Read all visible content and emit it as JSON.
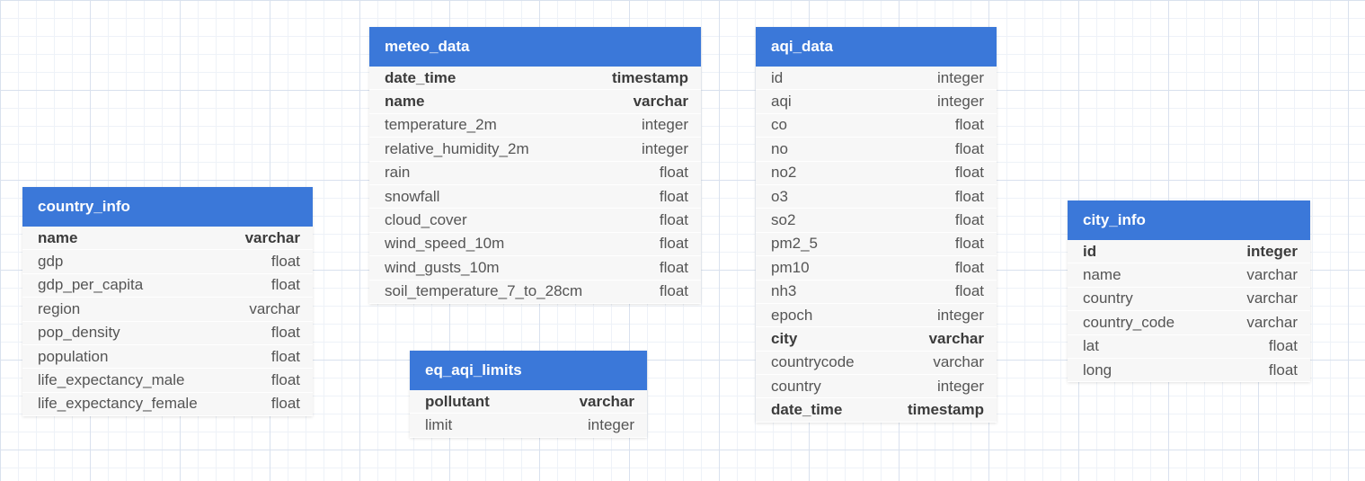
{
  "tables": {
    "meteo_data": {
      "name": "meteo_data",
      "columns": [
        {
          "name": "date_time",
          "type": "timestamp",
          "key": true
        },
        {
          "name": "name",
          "type": "varchar",
          "key": true
        },
        {
          "name": "temperature_2m",
          "type": "integer",
          "key": false
        },
        {
          "name": "relative_humidity_2m",
          "type": "integer",
          "key": false
        },
        {
          "name": "rain",
          "type": "float",
          "key": false
        },
        {
          "name": "snowfall",
          "type": "float",
          "key": false
        },
        {
          "name": "cloud_cover",
          "type": "float",
          "key": false
        },
        {
          "name": "wind_speed_10m",
          "type": "float",
          "key": false
        },
        {
          "name": "wind_gusts_10m",
          "type": "float",
          "key": false
        },
        {
          "name": "soil_temperature_7_to_28cm",
          "type": "float",
          "key": false
        }
      ]
    },
    "aqi_data": {
      "name": "aqi_data",
      "columns": [
        {
          "name": "id",
          "type": "integer",
          "key": false
        },
        {
          "name": "aqi",
          "type": "integer",
          "key": false
        },
        {
          "name": "co",
          "type": "float",
          "key": false
        },
        {
          "name": "no",
          "type": "float",
          "key": false
        },
        {
          "name": "no2",
          "type": "float",
          "key": false
        },
        {
          "name": "o3",
          "type": "float",
          "key": false
        },
        {
          "name": "so2",
          "type": "float",
          "key": false
        },
        {
          "name": "pm2_5",
          "type": "float",
          "key": false
        },
        {
          "name": "pm10",
          "type": "float",
          "key": false
        },
        {
          "name": "nh3",
          "type": "float",
          "key": false
        },
        {
          "name": "epoch",
          "type": "integer",
          "key": false
        },
        {
          "name": "city",
          "type": "varchar",
          "key": true
        },
        {
          "name": "countrycode",
          "type": "varchar",
          "key": false
        },
        {
          "name": "country",
          "type": "integer",
          "key": false
        },
        {
          "name": "date_time",
          "type": "timestamp",
          "key": true
        }
      ]
    },
    "country_info": {
      "name": "country_info",
      "columns": [
        {
          "name": "name",
          "type": "varchar",
          "key": true
        },
        {
          "name": "gdp",
          "type": "float",
          "key": false
        },
        {
          "name": "gdp_per_capita",
          "type": "float",
          "key": false
        },
        {
          "name": "region",
          "type": "varchar",
          "key": false
        },
        {
          "name": "pop_density",
          "type": "float",
          "key": false
        },
        {
          "name": "population",
          "type": "float",
          "key": false
        },
        {
          "name": "life_expectancy_male",
          "type": "float",
          "key": false
        },
        {
          "name": "life_expectancy_female",
          "type": "float",
          "key": false
        }
      ]
    },
    "city_info": {
      "name": "city_info",
      "columns": [
        {
          "name": "id",
          "type": "integer",
          "key": true
        },
        {
          "name": "name",
          "type": "varchar",
          "key": false
        },
        {
          "name": "country",
          "type": "varchar",
          "key": false
        },
        {
          "name": "country_code",
          "type": "varchar",
          "key": false
        },
        {
          "name": "lat",
          "type": "float",
          "key": false
        },
        {
          "name": "long",
          "type": "float",
          "key": false
        }
      ]
    },
    "eq_aqi_limits": {
      "name": "eq_aqi_limits",
      "columns": [
        {
          "name": "pollutant",
          "type": "varchar",
          "key": true
        },
        {
          "name": "limit",
          "type": "integer",
          "key": false
        }
      ]
    }
  },
  "colors": {
    "header_bg": "#3b78d9",
    "header_text": "#ffffff",
    "body_bg": "#f7f7f7",
    "text": "#555555",
    "key_text": "#3c3c3c"
  }
}
